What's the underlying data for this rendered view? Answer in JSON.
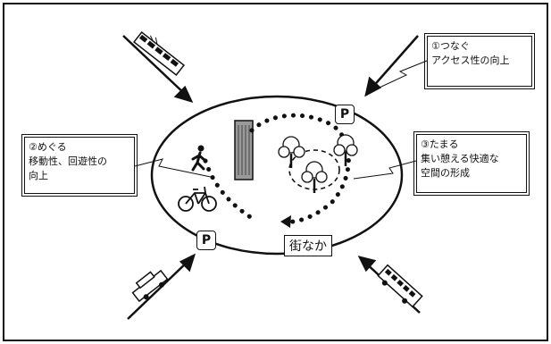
{
  "callouts": {
    "connect": {
      "line1": "①つなぐ",
      "line2": "アクセス性の向上"
    },
    "circulate": {
      "line1": "②めぐる",
      "line2": "移動性、回遊性の",
      "line3": "向上"
    },
    "gather": {
      "line1": "③たまる",
      "line2": "集い憩える快適な",
      "line3": "空間の形成"
    }
  },
  "labels": {
    "parking": "P",
    "town_center": "街なか"
  },
  "icons": [
    "train-icon",
    "car-icon",
    "bus-icon",
    "pedestrian-icon",
    "bicycle-icon",
    "building-icon",
    "tree-icon",
    "parking-sign-icon"
  ],
  "colors": {
    "ink": "#111111",
    "background": "#ffffff",
    "building": "#9a9a9a"
  }
}
